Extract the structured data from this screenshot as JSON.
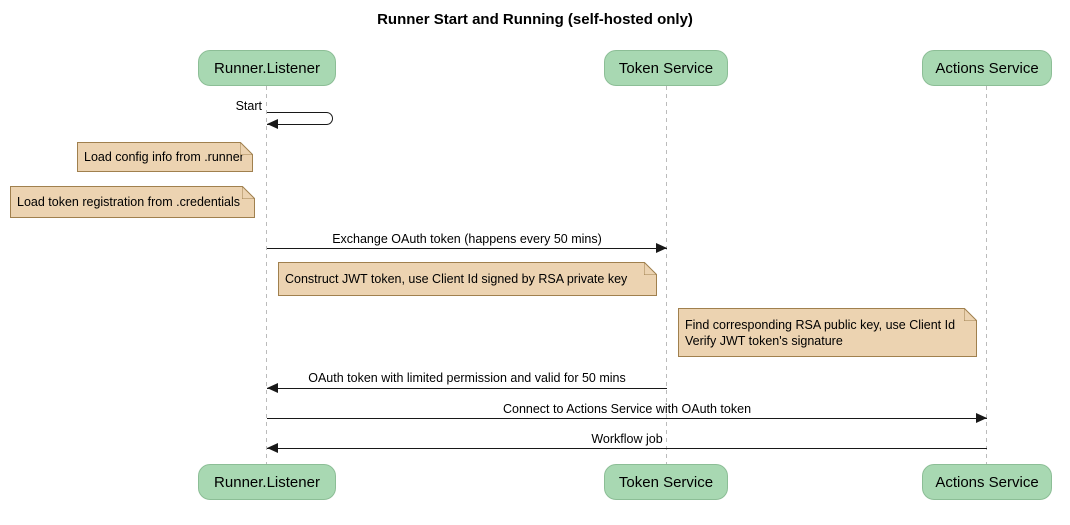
{
  "title": "Runner Start and Running (self-hosted only)",
  "participants": [
    {
      "id": "runner-listener",
      "label": "Runner.Listener"
    },
    {
      "id": "token-service",
      "label": "Token Service"
    },
    {
      "id": "actions-service",
      "label": "Actions Service"
    }
  ],
  "self_message": {
    "label": "Start",
    "on": "runner-listener"
  },
  "messages": [
    {
      "label": "Exchange OAuth token (happens every 50 mins)",
      "from": "runner-listener",
      "to": "token-service"
    },
    {
      "label": "OAuth token with limited permission and valid for 50 mins",
      "from": "token-service",
      "to": "runner-listener"
    },
    {
      "label": "Connect to Actions Service with OAuth token",
      "from": "runner-listener",
      "to": "actions-service"
    },
    {
      "label": "Workflow job",
      "from": "actions-service",
      "to": "runner-listener"
    }
  ],
  "notes": [
    {
      "text": "Load config info from .runner",
      "near": "runner-listener"
    },
    {
      "text": "Load token registration from .credentials",
      "near": "runner-listener"
    },
    {
      "text": "Construct JWT token, use Client Id signed by RSA private key",
      "near": "runner-listener"
    },
    {
      "text": "Find corresponding RSA public key, use Client Id\nVerify JWT token's signature",
      "near": "token-service"
    }
  ],
  "icons": {
    "note_fold": "folded-corner-triangle",
    "arrowhead": "filled-triangle"
  },
  "colors": {
    "participant_fill": "#A8D8B2",
    "participant_border": "#8CBE96",
    "note_fill": "#ECD3B1",
    "note_border": "#A0804E",
    "lifeline_color": "#BBBBBB",
    "arrow_color": "#181818",
    "text_color": "#000000",
    "bg": "#FFFFFF"
  }
}
